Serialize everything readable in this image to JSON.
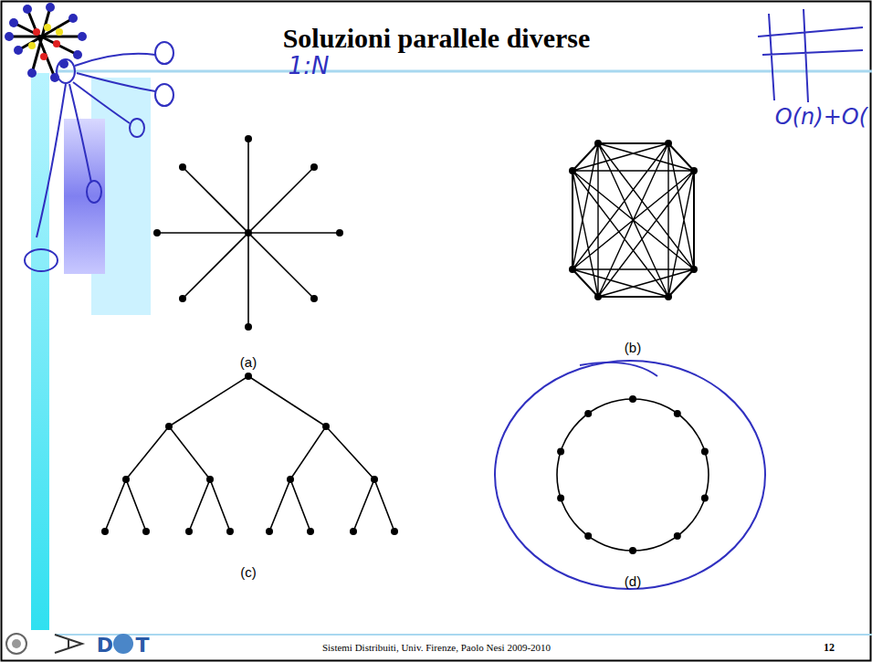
{
  "diagram": {
    "title": "Soluzioni parallele diverse",
    "labels": [
      "1:N",
      "O(n)+O(",
      "(a)",
      "(b)",
      "(c)",
      "(d)",
      "D",
      "T",
      "Sistemi Distribuiti, Univ. Firenze, Paolo Nesi 2009-2010",
      "12"
    ]
  }
}
